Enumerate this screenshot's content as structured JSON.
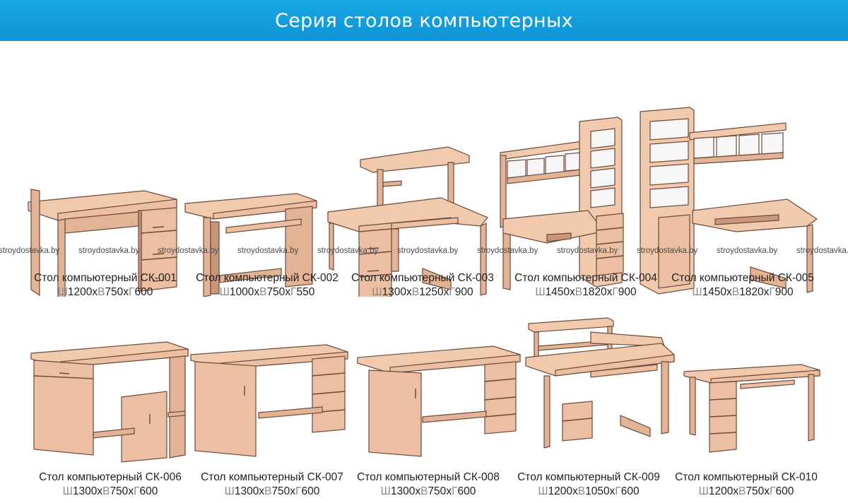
{
  "title": "Серия столов компьютерных",
  "watermark": "stroydostavka.by",
  "watermarks_row": [
    "stroydostavka.by",
    "stroydostavka.by",
    "stroydostavka.by",
    "stroydostavka.by",
    "stroydostavka.by",
    "stroydostavka.by",
    "stroydostavka.by",
    "stroydostavka.by",
    "stroydostavka.by",
    "stroydostavka.by",
    "stroydostavka.by"
  ],
  "colors": {
    "banner": "#1aa6e4",
    "wood": "#f1c9ad",
    "outline": "#6b4a3a",
    "dim_letter": "#8a8a8a"
  },
  "products": [
    {
      "name": "Стол компьютерный СК-001",
      "w_label": "Ш",
      "w": "1200",
      "h_label": "В",
      "h": "750",
      "d_label": "Г",
      "d": "600"
    },
    {
      "name": "Стол компьютерный СК-002",
      "w_label": "Ш",
      "w": "1000",
      "h_label": "В",
      "h": "750",
      "d_label": "Г",
      "d": "550"
    },
    {
      "name": "Стол компьютерный СК-003",
      "w_label": "Ш",
      "w": "1300",
      "h_label": "В",
      "h": "1250",
      "d_label": "Г",
      "d": "900"
    },
    {
      "name": "Стол компьютерный СК-004",
      "w_label": "Ш",
      "w": "1450",
      "h_label": "В",
      "h": "1820",
      "d_label": "Г",
      "d": "900"
    },
    {
      "name": "Стол компьютерный СК-005",
      "w_label": "Ш",
      "w": "1450",
      "h_label": "В",
      "h": "1820",
      "d_label": "Г",
      "d": "900"
    },
    {
      "name": "Стол компьютерный СК-006",
      "w_label": "Ш",
      "w": "1300",
      "h_label": "В",
      "h": "750",
      "d_label": "Г",
      "d": "600"
    },
    {
      "name": "Стол компьютерный СК-007",
      "w_label": "Ш",
      "w": "1300",
      "h_label": "В",
      "h": "750",
      "d_label": "Г",
      "d": "600"
    },
    {
      "name": "Стол компьютерный СК-008",
      "w_label": "Ш",
      "w": "1300",
      "h_label": "В",
      "h": "750",
      "d_label": "Г",
      "d": "600"
    },
    {
      "name": "Стол компьютерный СК-009",
      "w_label": "Ш",
      "w": "1200",
      "h_label": "В",
      "h": "1050",
      "d_label": "Г",
      "d": "600"
    },
    {
      "name": "Стол компьютерный СК-010",
      "w_label": "Ш",
      "w": "1200",
      "h_label": "В",
      "h": "750",
      "d_label": "Г",
      "d": "600"
    }
  ]
}
